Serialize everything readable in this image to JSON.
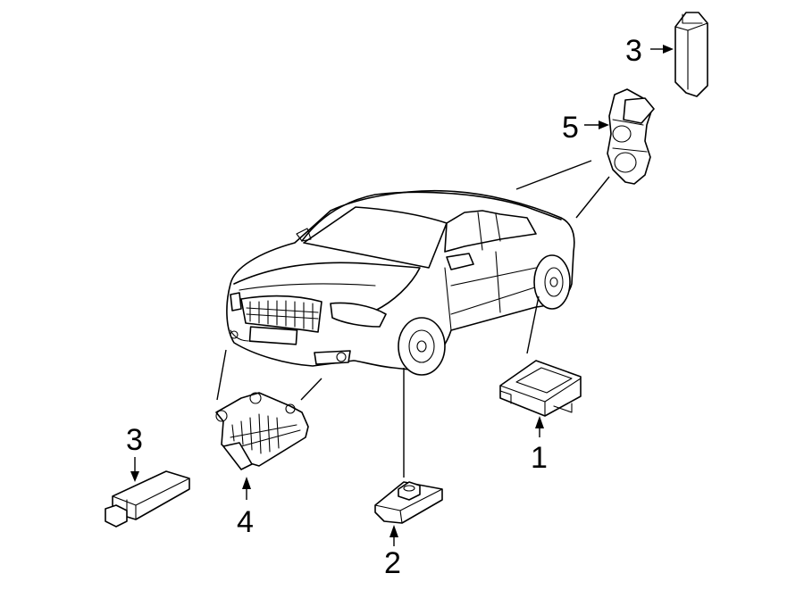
{
  "callouts": {
    "c1": "1",
    "c2": "2",
    "c3a": "3",
    "c3b": "3",
    "c4": "4",
    "c5": "5"
  }
}
